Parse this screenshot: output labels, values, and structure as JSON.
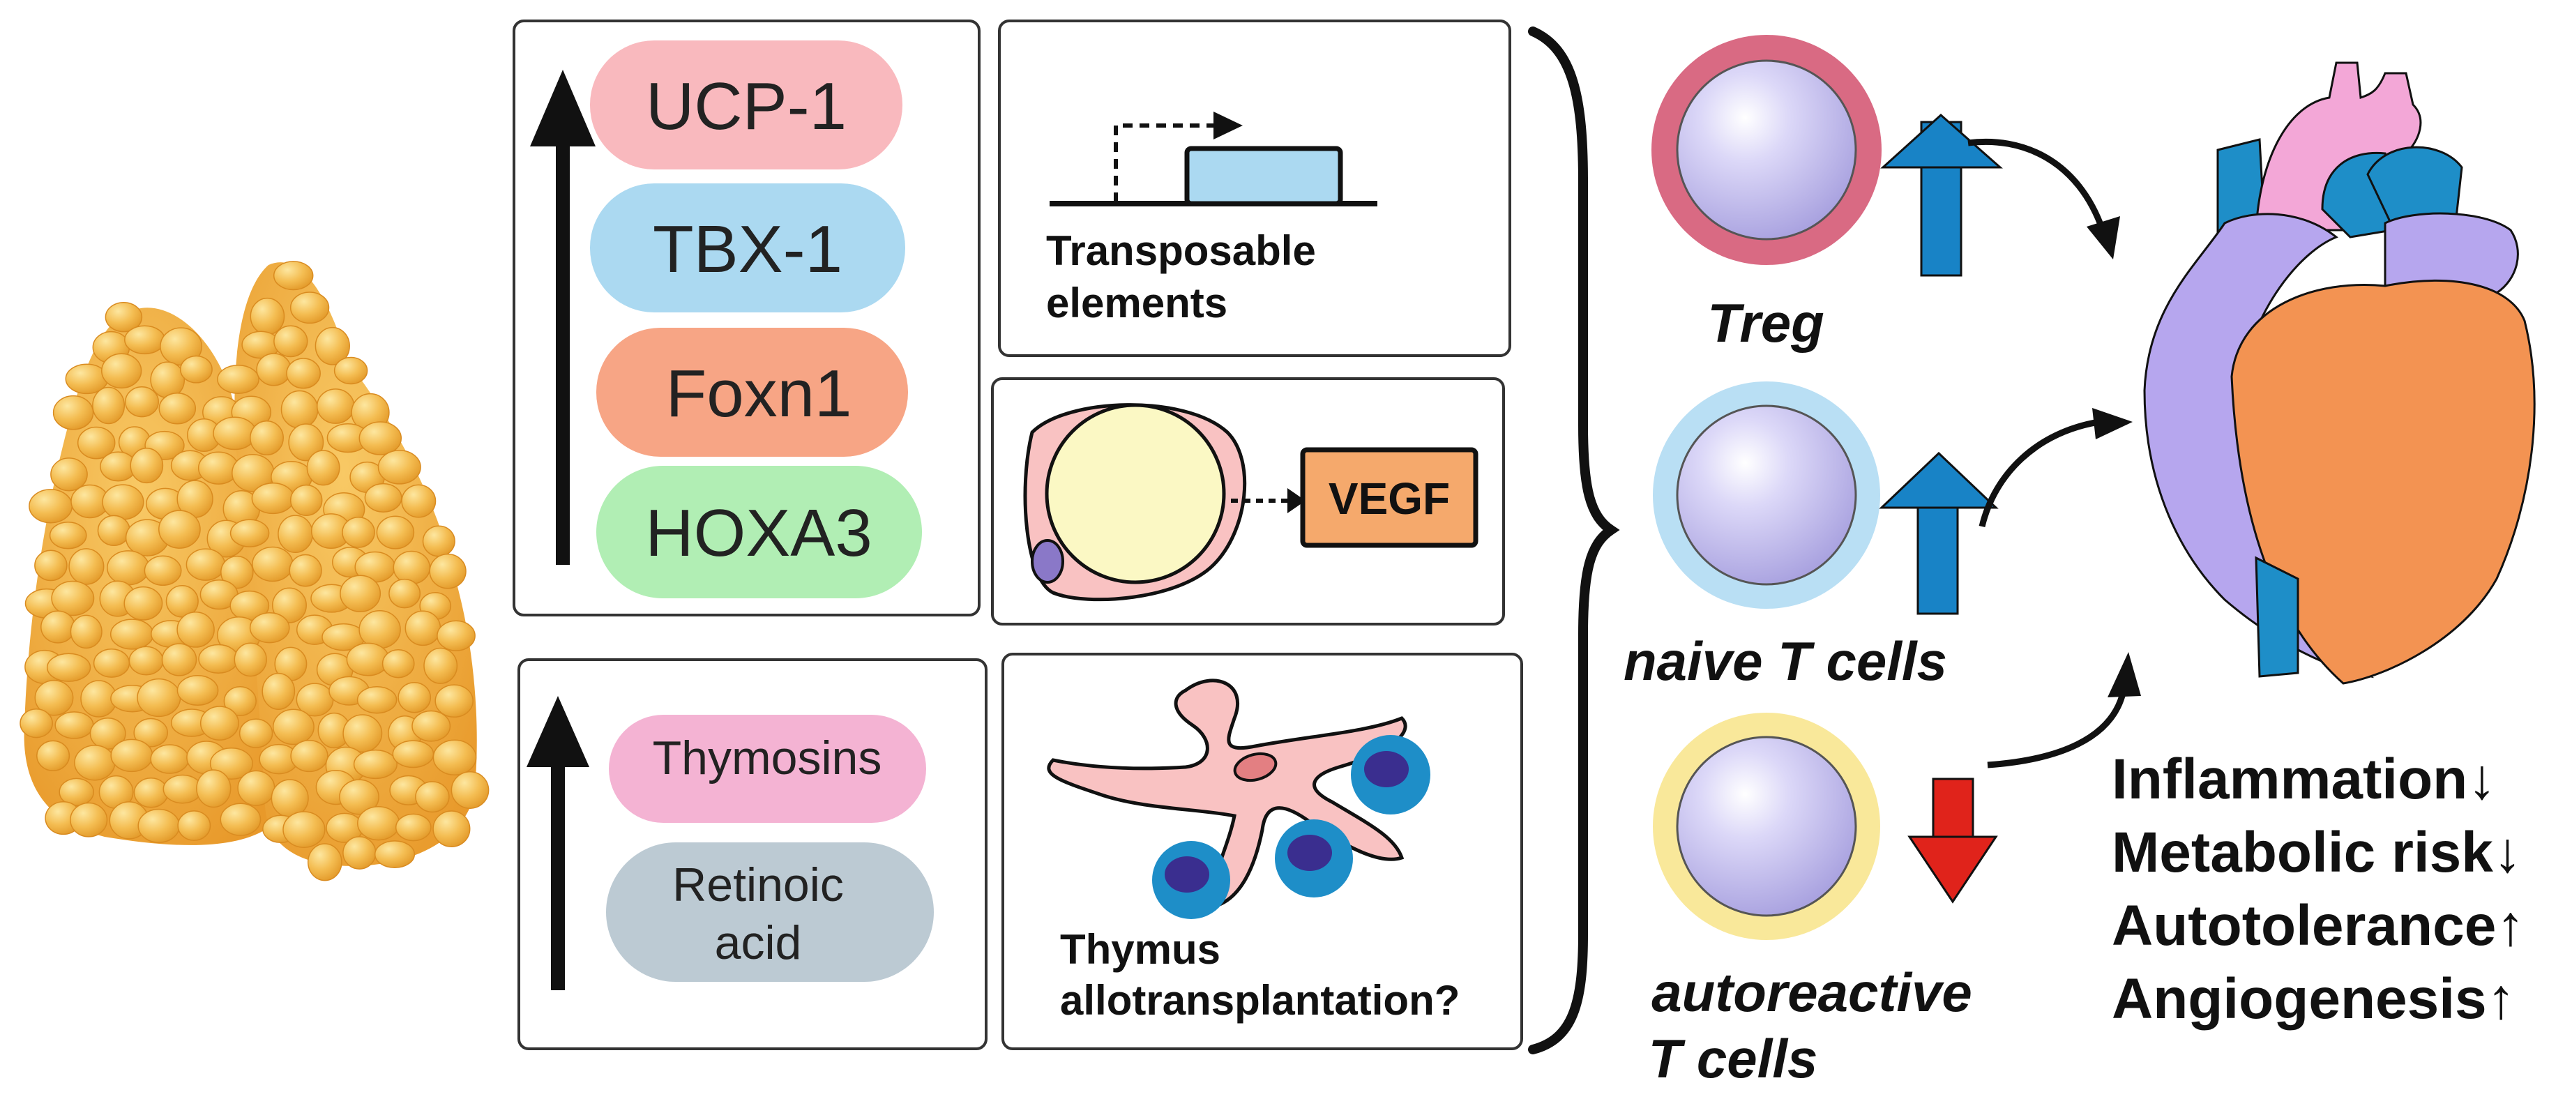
{
  "colors": {
    "ucp1": "#f9b9be",
    "tbx1": "#abd9f1",
    "foxn1": "#f7a585",
    "hoxa3": "#b1eeb4",
    "thymosins": "#f4b3d3",
    "retinoic": "#bccad3",
    "up_arrow": "#1883c6",
    "down_arrow": "#e0231b",
    "vegf_box": "#f5a96c",
    "treg_ring": "#d96a83",
    "naive_ring": "#b9dff4",
    "auto_ring": "#f9e89a",
    "cell_core": "#c8c4ee",
    "heart_orange": "#f39352",
    "heart_purple": "#b6a6ee",
    "heart_pink": "#f3a7d7",
    "heart_blue": "#1e8ec8",
    "thymus": "#f2b448"
  },
  "genes": {
    "ucp1": "UCP-1",
    "tbx1": "TBX-1",
    "foxn1": "Foxn1",
    "hoxa3": "HOXA3"
  },
  "factors": {
    "thymosins": "Thymosins",
    "retinoic_line1": "Retinoic",
    "retinoic_line2": "acid"
  },
  "panels": {
    "transposable_line1": "Transposable",
    "transposable_line2": "elements",
    "vegf": "VEGF",
    "thymus_line1": "Thymus",
    "thymus_line2": "allotransplantation?"
  },
  "cells": {
    "treg": "Treg",
    "naive": "naive T cells",
    "auto_line1": "autoreactive",
    "auto_line2": "T cells"
  },
  "outcomes": [
    "Inflammation↓",
    "Metabolic risk↓",
    "Autotolerance↑",
    "Angiogenesis↑"
  ]
}
